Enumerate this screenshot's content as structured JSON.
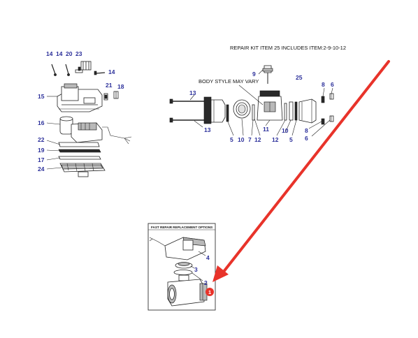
{
  "captions": {
    "repair_kit": "REPAIR KIT ITEM 25 INCLUDES ITEM:2-9-10-12",
    "body_style": "BODY STYLE MAY VARY",
    "fast_repair": "FAST REPAIR REPLACEMENT OPTIONS"
  },
  "labels": {
    "l14a": "14",
    "l14b": "14",
    "l20": "20",
    "l23": "23",
    "l14c": "14",
    "l15": "15",
    "l21": "21",
    "l18": "18",
    "l16": "16",
    "l22": "22",
    "l19": "19",
    "l17": "17",
    "l24": "24",
    "l13a": "13",
    "l13b": "13",
    "l9": "9",
    "l25": "25",
    "l8a": "8",
    "l6a": "6",
    "l11": "11",
    "l5a": "5",
    "l10a": "10",
    "l7": "7",
    "l12a": "12",
    "l12b": "12",
    "l10b": "10",
    "l5b": "5",
    "l8b": "8",
    "l6b": "6",
    "l4": "4",
    "l3": "3",
    "l2": "2"
  },
  "callout": {
    "marker": "1",
    "marker_color": "#e8332a",
    "arrow_color": "#e8332a"
  },
  "colors": {
    "label": "#2b2f9a",
    "line": "#222222"
  }
}
